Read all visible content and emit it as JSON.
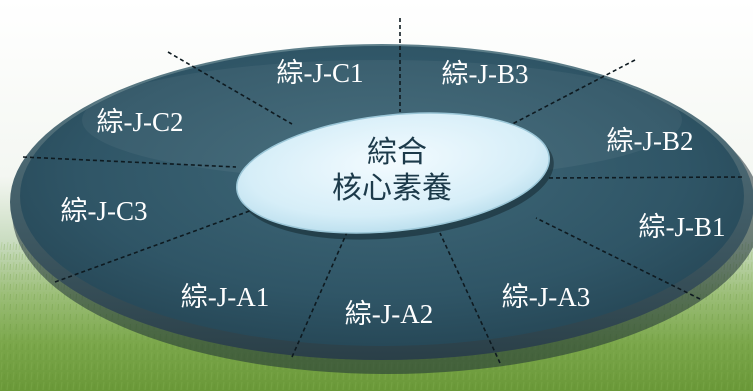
{
  "diagram": {
    "center": {
      "line1": "綜合",
      "line2": "核心素養"
    },
    "segments": [
      {
        "id": "c1",
        "label": "綜-J-C1"
      },
      {
        "id": "b3",
        "label": "綜-J-B3"
      },
      {
        "id": "b2",
        "label": "綜-J-B2"
      },
      {
        "id": "b1",
        "label": "綜-J-B1"
      },
      {
        "id": "a3",
        "label": "綜-J-A3"
      },
      {
        "id": "a2",
        "label": "綜-J-A2"
      },
      {
        "id": "a1",
        "label": "綜-J-A1"
      },
      {
        "id": "c3",
        "label": "綜-J-C3"
      },
      {
        "id": "c2",
        "label": "綜-J-C2"
      }
    ],
    "colors": {
      "disc_fill": "#2f5566",
      "center_fill": "#d8f0f8",
      "divider": "#0e1a20",
      "background_grass": "#6e9a3c"
    }
  }
}
